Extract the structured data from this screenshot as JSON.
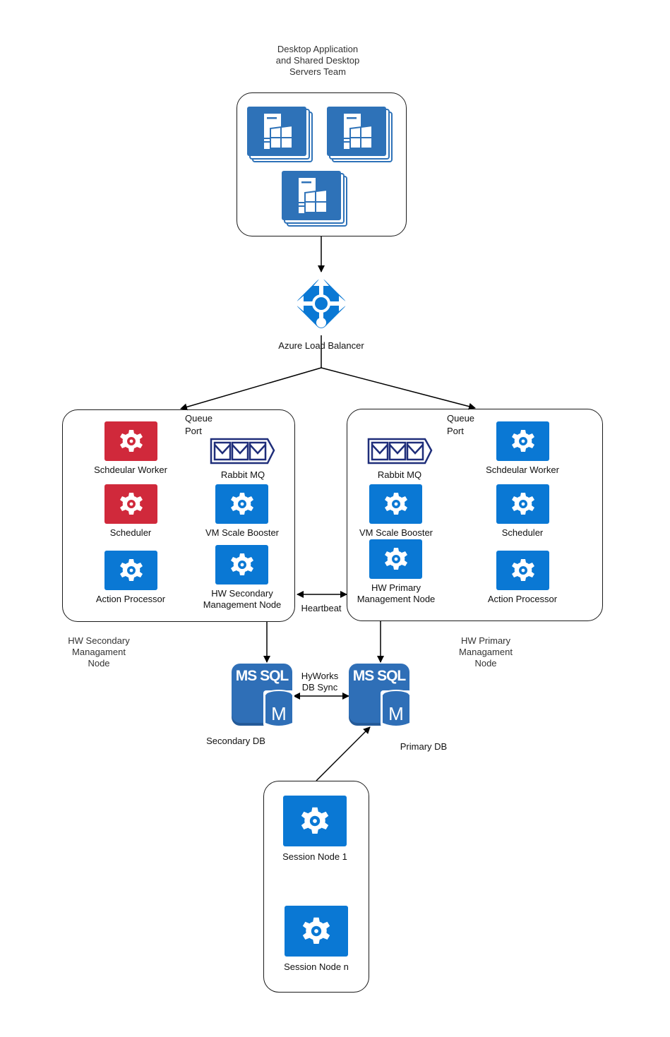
{
  "title_label": [
    "Desktop Application",
    "and Shared Desktop",
    "Servers Team"
  ],
  "load_balancer": {
    "label": "Azure Load Balancer",
    "color": "#0a78d4"
  },
  "colors": {
    "tile_blue": "#0a78d4",
    "tile_red": "#d0293b",
    "server_blue": "#2e72b8",
    "sql_blue": "#2f6fb7",
    "queue_navy": "#1f2e7a"
  },
  "secondary_cluster": {
    "queue_port": [
      "Queue",
      "Port"
    ],
    "items": [
      {
        "label": "Schdeular Worker",
        "status": "red"
      },
      {
        "label": "Rabbit MQ",
        "type": "queue"
      },
      {
        "label": "Scheduler",
        "status": "red"
      },
      {
        "label": "VM Scale Booster",
        "status": "blue"
      },
      {
        "label": "Action Processor",
        "status": "blue"
      },
      {
        "label": [
          "HW Secondary",
          "Management Node"
        ],
        "status": "blue"
      }
    ],
    "caption": [
      "HW Secondary",
      "Managament",
      "Node"
    ]
  },
  "primary_cluster": {
    "queue_port": [
      "Queue",
      "Port"
    ],
    "items": [
      {
        "label": "Rabbit MQ",
        "type": "queue"
      },
      {
        "label": "Schdeular Worker",
        "status": "blue"
      },
      {
        "label": "VM Scale Booster",
        "status": "blue"
      },
      {
        "label": "Scheduler",
        "status": "blue"
      },
      {
        "label": [
          "HW Primary",
          "Management Node"
        ],
        "status": "blue"
      },
      {
        "label": "Action Processor",
        "status": "blue"
      }
    ],
    "caption": [
      "HW Primary",
      "Managament",
      "Node"
    ]
  },
  "heartbeat_label": "Heartbeat",
  "databases": {
    "secondary": {
      "badge": "MS SQL",
      "letter": "M",
      "label": "Secondary DB"
    },
    "primary": {
      "badge": "MS SQL",
      "letter": "M",
      "label": "Primary DB"
    },
    "sync_label": [
      "HyWorks",
      "DB Sync"
    ]
  },
  "session_nodes": [
    {
      "label": "Session Node 1"
    },
    {
      "label": "Session Node n"
    }
  ]
}
